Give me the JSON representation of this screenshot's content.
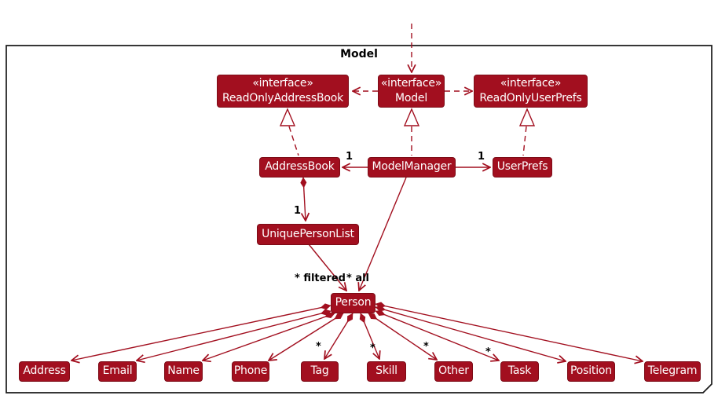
{
  "package": {
    "title": "Model"
  },
  "nodes": {
    "readonly_address_book": {
      "stereotype": "«interface»",
      "name": "ReadOnlyAddressBook"
    },
    "model": {
      "stereotype": "«interface»",
      "name": "Model"
    },
    "readonly_user_prefs": {
      "stereotype": "«interface»",
      "name": "ReadOnlyUserPrefs"
    },
    "address_book": {
      "name": "AddressBook"
    },
    "model_manager": {
      "name": "ModelManager"
    },
    "user_prefs": {
      "name": "UserPrefs"
    },
    "unique_person_list": {
      "name": "UniquePersonList"
    },
    "person": {
      "name": "Person"
    },
    "address": {
      "name": "Address"
    },
    "email": {
      "name": "Email"
    },
    "name": {
      "name": "Name"
    },
    "phone": {
      "name": "Phone"
    },
    "tag": {
      "name": "Tag"
    },
    "skill": {
      "name": "Skill"
    },
    "other": {
      "name": "Other"
    },
    "task": {
      "name": "Task"
    },
    "position": {
      "name": "Position"
    },
    "telegram": {
      "name": "Telegram"
    }
  },
  "edge_labels": {
    "mult_one_addressbook": "1",
    "mult_one_userprefs": "1",
    "mult_one_personlist": "1",
    "filtered": "* filtered",
    "all": "* all",
    "mult_many_tag": "*",
    "mult_many_skill": "*",
    "mult_many_other": "*",
    "mult_many_task": "*"
  },
  "colors": {
    "class_fill": "#a20f1f",
    "class_border": "#7d0c17",
    "edge": "#a20f1f",
    "frame_border": "#1a1a1a",
    "label_text": "#000000",
    "class_text": "#ffffff",
    "page_bg": "#ffffff"
  }
}
